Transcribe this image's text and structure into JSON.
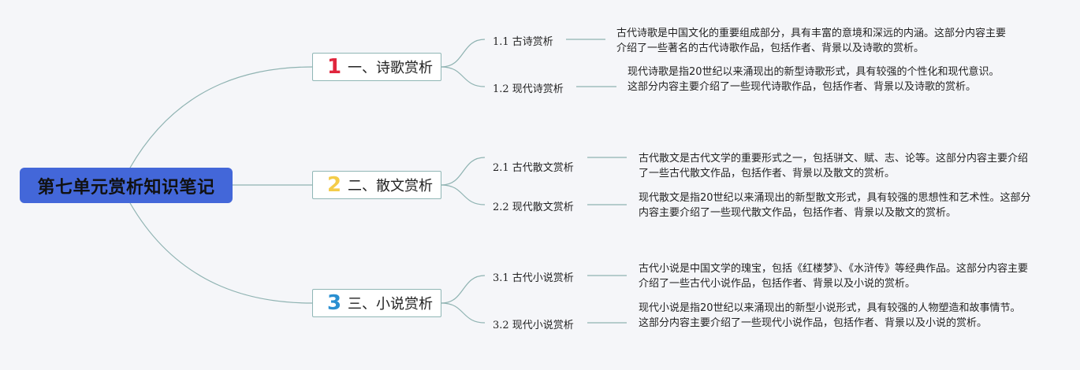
{
  "root": {
    "title": "第七单元赏析知识笔记"
  },
  "sections": [
    {
      "num": "1",
      "num_color": "#e0263d",
      "title": "一、诗歌赏析",
      "children": [
        {
          "title": "1.1 古诗赏析",
          "desc": "古代诗歌是中国文化的重要组成部分，具有丰富的意境和深远的内涵。这部分内容主要介绍了一些著名的古代诗歌作品，包括作者、背景以及诗歌的赏析。"
        },
        {
          "title": "1.2 现代诗赏析",
          "desc": "现代诗歌是指20世纪以来涌现出的新型诗歌形式，具有较强的个性化和现代意识。这部分内容主要介绍了一些现代诗歌作品，包括作者、背景以及诗歌的赏析。"
        }
      ]
    },
    {
      "num": "2",
      "num_color": "#f4cc49",
      "title": "二、散文赏析",
      "children": [
        {
          "title": "2.1 古代散文赏析",
          "desc": "古代散文是古代文学的重要形式之一，包括骈文、赋、志、论等。这部分内容主要介绍了一些古代散文作品，包括作者、背景以及散文的赏析。"
        },
        {
          "title": "2.2 现代散文赏析",
          "desc": "现代散文是指20世纪以来涌现出的新型散文形式，具有较强的思想性和艺术性。这部分内容主要介绍了一些现代散文作品，包括作者、背景以及散文的赏析。"
        }
      ]
    },
    {
      "num": "3",
      "num_color": "#2a8fd1",
      "title": "三、小说赏析",
      "children": [
        {
          "title": "3.1 古代小说赏析",
          "desc": "古代小说是中国文学的瑰宝，包括《红楼梦》、《水浒传》等经典作品。这部分内容主要介绍了一些古代小说作品，包括作者、背景以及小说的赏析。"
        },
        {
          "title": "3.2 现代小说赏析",
          "desc": "现代小说是指20世纪以来涌现出的新型小说形式，具有较强的人物塑造和故事情节。这部分内容主要介绍了一些现代小说作品，包括作者、背景以及小说的赏析。"
        }
      ]
    }
  ]
}
